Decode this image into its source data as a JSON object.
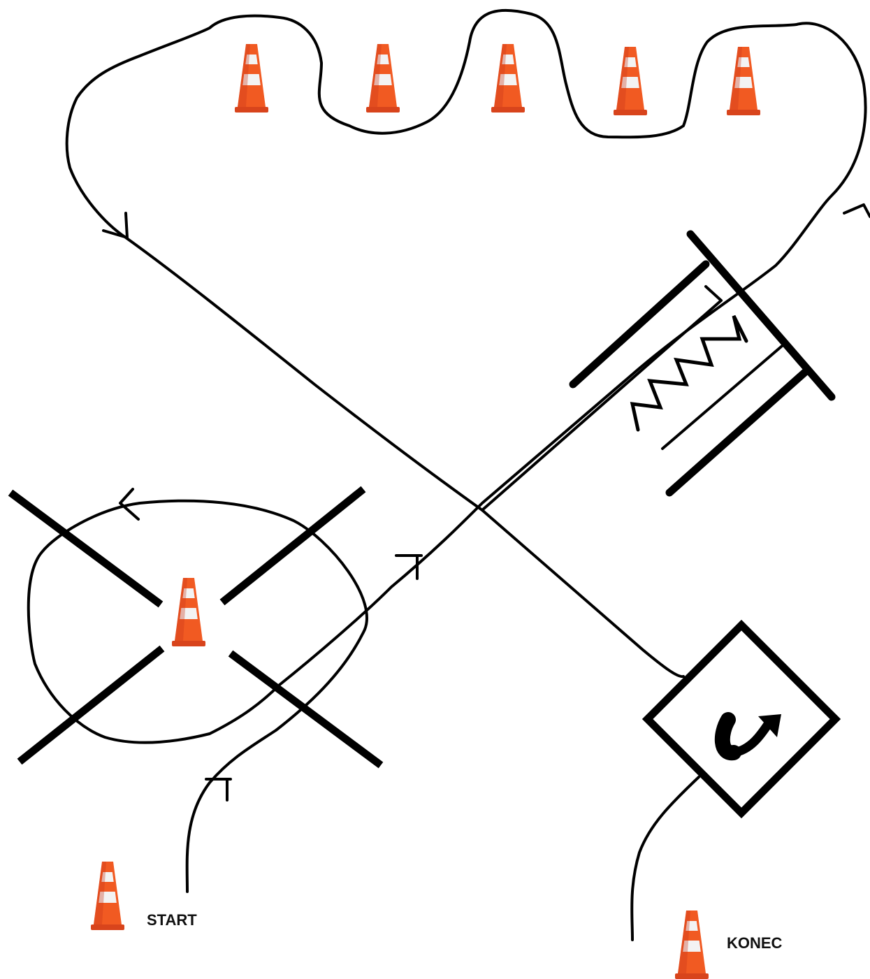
{
  "labels": {
    "start": "START",
    "end": "KONEC"
  },
  "cones": {
    "count": 8,
    "icon": "traffic-cone-icon"
  },
  "obstacles": {
    "crossing": "x-shaped-barriers",
    "turn_box": "u-turn-icon",
    "slalom": "zigzag-ramp"
  },
  "colors": {
    "cone_orange": "#f15a22",
    "cone_dark": "#c8361a",
    "cone_stripe": "#f3f3f3",
    "line": "#000000"
  }
}
